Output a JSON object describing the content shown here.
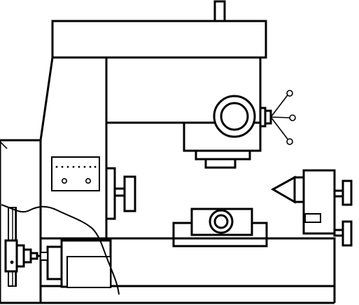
{
  "figure": {
    "kind": "line drawing",
    "stroke_color": "#000000",
    "background_color": "#ffffff",
    "parts": [
      "top-spindle-stub",
      "upper-housing",
      "main-column",
      "spindle-head",
      "spindle-hub",
      "control-knobs",
      "control-panel",
      "crank-wheel",
      "machine-table",
      "table-chuck",
      "tailstock",
      "tailstock-handwheels",
      "drive-housing",
      "motor-pulley-assembly",
      "cutaway-line"
    ]
  }
}
